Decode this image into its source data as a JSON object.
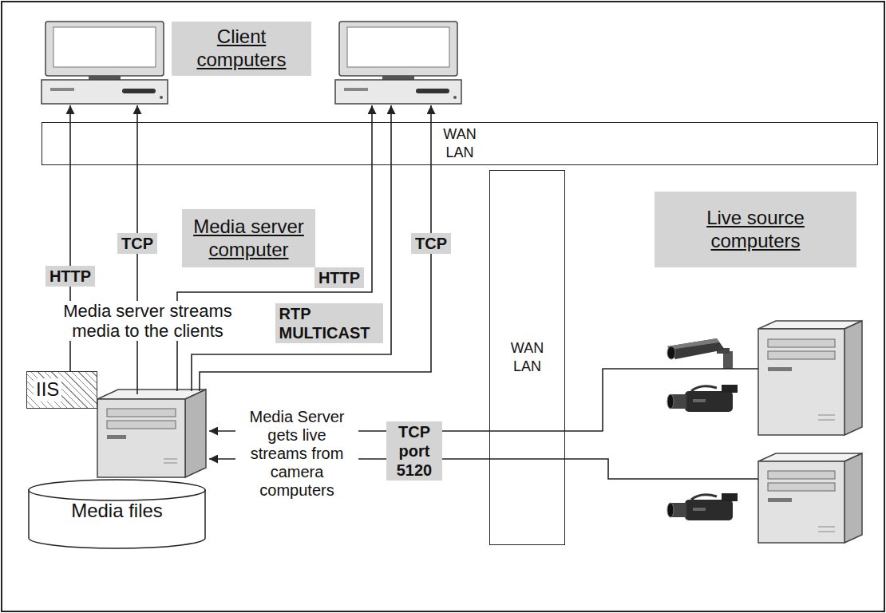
{
  "diagram": {
    "nodes": [
      {
        "text": [
          "Client computers"
        ]
      },
      {
        "text": [
          "WAN LAN"
        ]
      },
      {
        "text": [
          "Media server computer"
        ]
      },
      {
        "text": [
          "WAN LAN"
        ]
      },
      {
        "text": [
          "Live source computers"
        ]
      },
      {
        "text": [
          "IIS"
        ]
      },
      {
        "text": [
          "Media files"
        ]
      }
    ],
    "labels": [
      "TCP",
      "TCP",
      "HTTP",
      "HTTP",
      "RTP MULTICAST",
      "Media server streams media to the clients",
      "TCP port 5120",
      "Media Server gets live streams from camera computers"
    ]
  }
}
